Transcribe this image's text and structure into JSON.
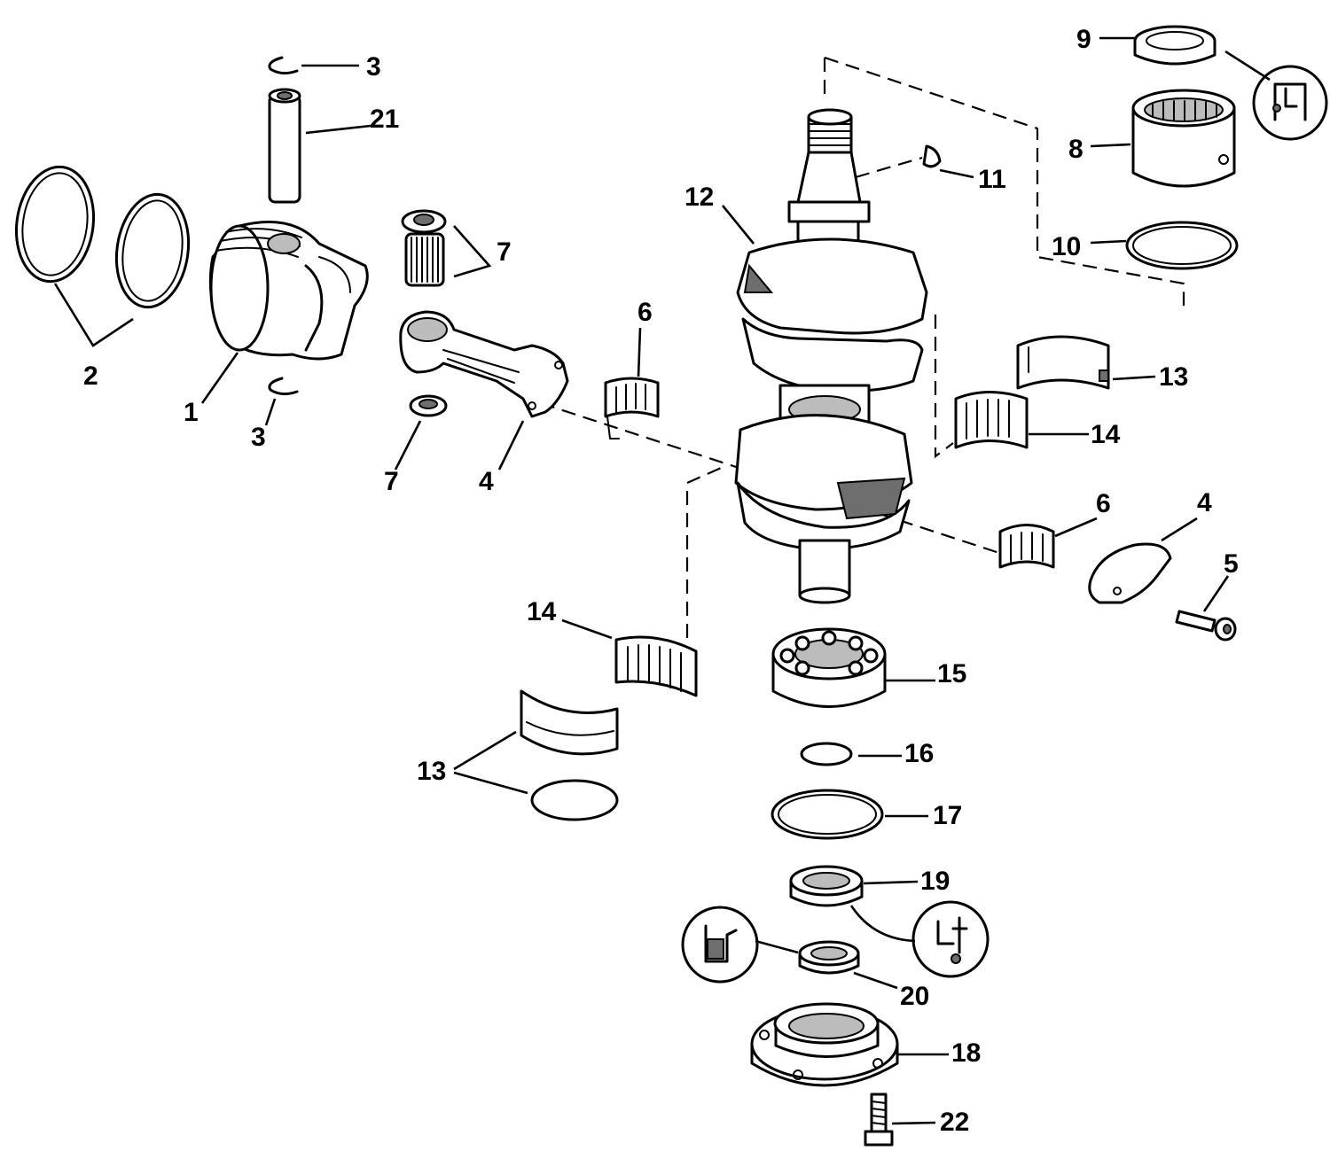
{
  "diagram": {
    "callouts": [
      "1",
      "2",
      "3",
      "3",
      "4",
      "4",
      "5",
      "6",
      "6",
      "7",
      "7",
      "8",
      "9",
      "10",
      "11",
      "12",
      "13",
      "13",
      "14",
      "14",
      "15",
      "16",
      "17",
      "18",
      "19",
      "20",
      "21",
      "22"
    ],
    "icons": [
      "seal-lube-icon",
      "seal-lube-icon",
      "seal-lube-icon"
    ]
  }
}
